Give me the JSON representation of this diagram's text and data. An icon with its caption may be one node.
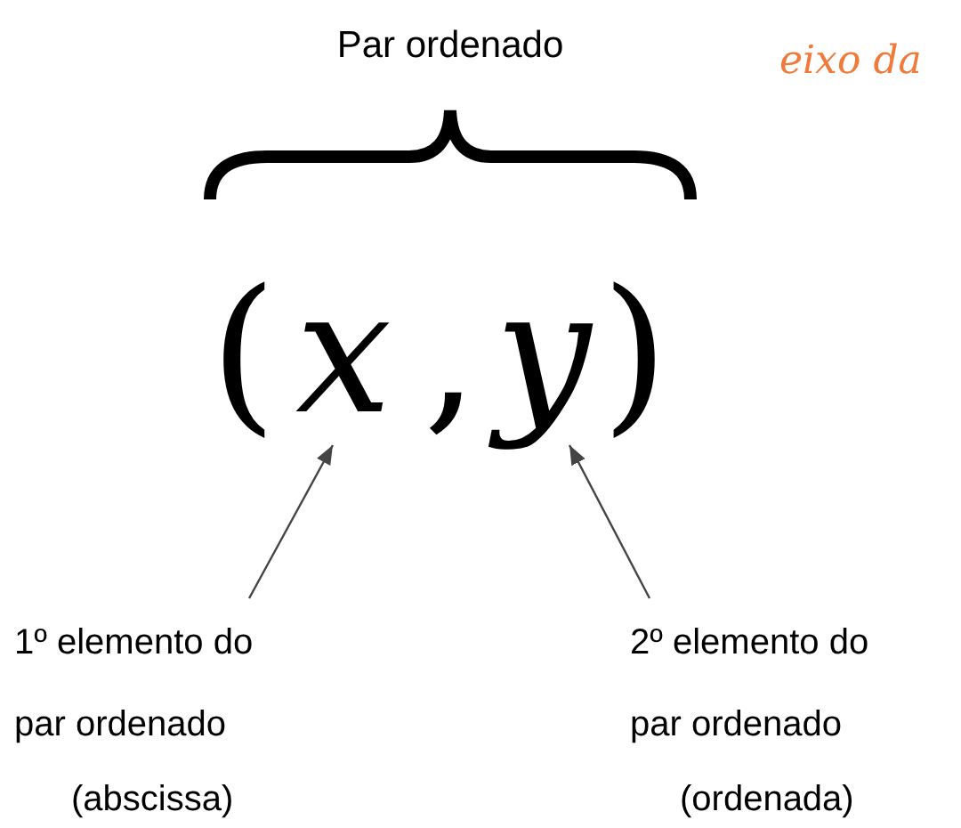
{
  "diagram": {
    "nodes": [
      {
        "text": [
          "x"
        ]
      },
      {
        "text": [
          "y"
        ]
      },
      {
        "text": [
          "1º elemento do par ordenado",
          "(abscissa)"
        ]
      },
      {
        "text": [
          "2º elemento do par ordenado",
          "(ordenada)"
        ]
      }
    ],
    "edges": [
      {
        "from": 2,
        "to": 0,
        "arrow": "to"
      },
      {
        "from": 3,
        "to": 1,
        "arrow": "to"
      }
    ],
    "labels": [
      "Par ordenado",
      "eixo da",
      "(",
      ",",
      ")"
    ]
  }
}
